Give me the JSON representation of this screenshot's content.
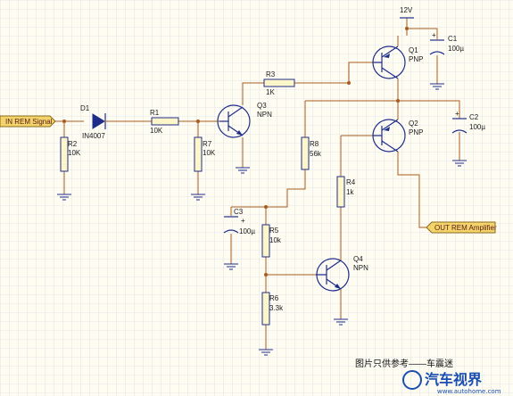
{
  "supply": "12V",
  "ports": {
    "input": "IN REM Signal",
    "output": "OUT REM Amplifier"
  },
  "components": {
    "D1": {
      "ref": "D1",
      "value": "IN4007"
    },
    "R1": {
      "ref": "R1",
      "value": "10K"
    },
    "R2": {
      "ref": "R2",
      "value": "10K"
    },
    "R3": {
      "ref": "R3",
      "value": "1K"
    },
    "R4": {
      "ref": "R4",
      "value": "1k"
    },
    "R5": {
      "ref": "R5",
      "value": "10k"
    },
    "R6": {
      "ref": "R6",
      "value": "3.3k"
    },
    "R7": {
      "ref": "R7",
      "value": "10K"
    },
    "R8": {
      "ref": "R8",
      "value": "56k"
    },
    "C1": {
      "ref": "C1",
      "value": "100µ"
    },
    "C2": {
      "ref": "C2",
      "value": "100µ"
    },
    "C3": {
      "ref": "C3",
      "value": "100µ"
    },
    "Q1": {
      "ref": "Q1",
      "type": "PNP"
    },
    "Q2": {
      "ref": "Q2",
      "type": "PNP"
    },
    "Q3": {
      "ref": "Q3",
      "type": "NPN"
    },
    "Q4": {
      "ref": "Q4",
      "type": "NPN"
    }
  },
  "polarity": "+",
  "note": "图片只供参考——车震迷",
  "watermark": {
    "title": "汽车视界",
    "sub": "www.autohome.com"
  },
  "colors": {
    "wire": "#a85c1e",
    "component": "#1f2d8a",
    "port_fill": "#f2d46a",
    "grid": "#c8d4e4"
  }
}
